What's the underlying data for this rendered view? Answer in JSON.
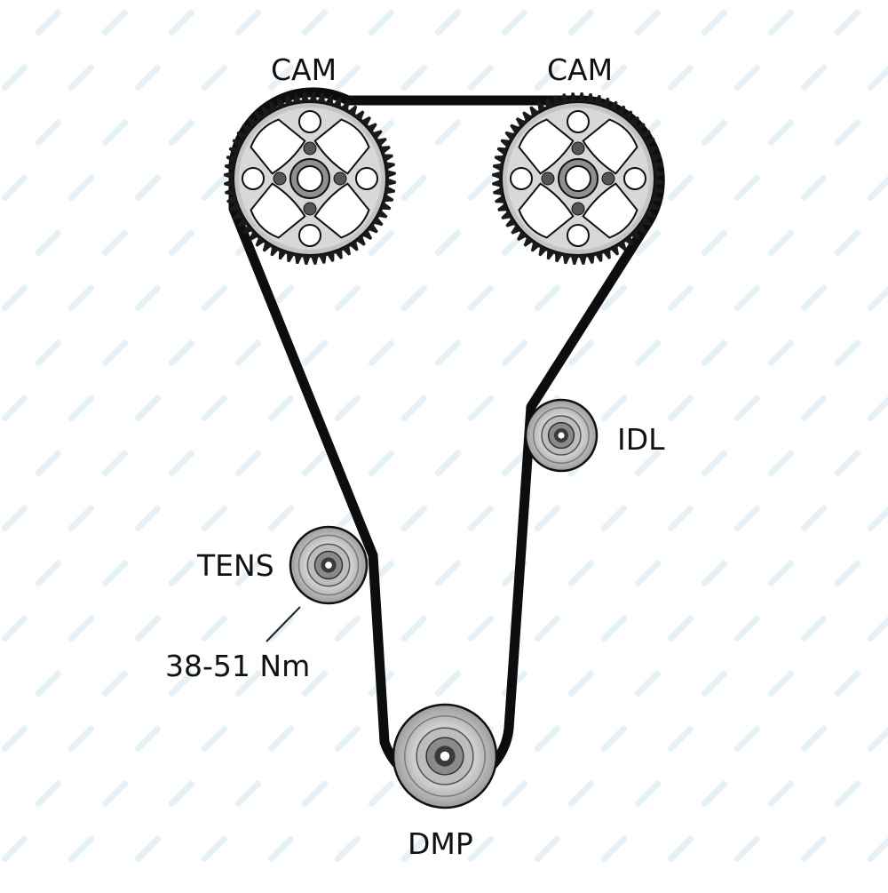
{
  "labels": {
    "cam_left": "CAM",
    "cam_right": "CAM",
    "idler": "IDL",
    "tensioner": "TENS",
    "torque": "38-51 Nm",
    "damper": "DMP"
  },
  "colors": {
    "belt": "#0d0d0d",
    "pulley_outer": "#d3d3d3",
    "pulley_mid": "#bdbdbd",
    "pulley_inner": "#8a8a8a",
    "hub": "#3a3a3a",
    "sprocket_hole": "#ffffff",
    "watermark": "#cfe5ef"
  },
  "icons": {
    "sprocket": "cam-sprocket-icon",
    "pulley": "pulley-icon"
  }
}
